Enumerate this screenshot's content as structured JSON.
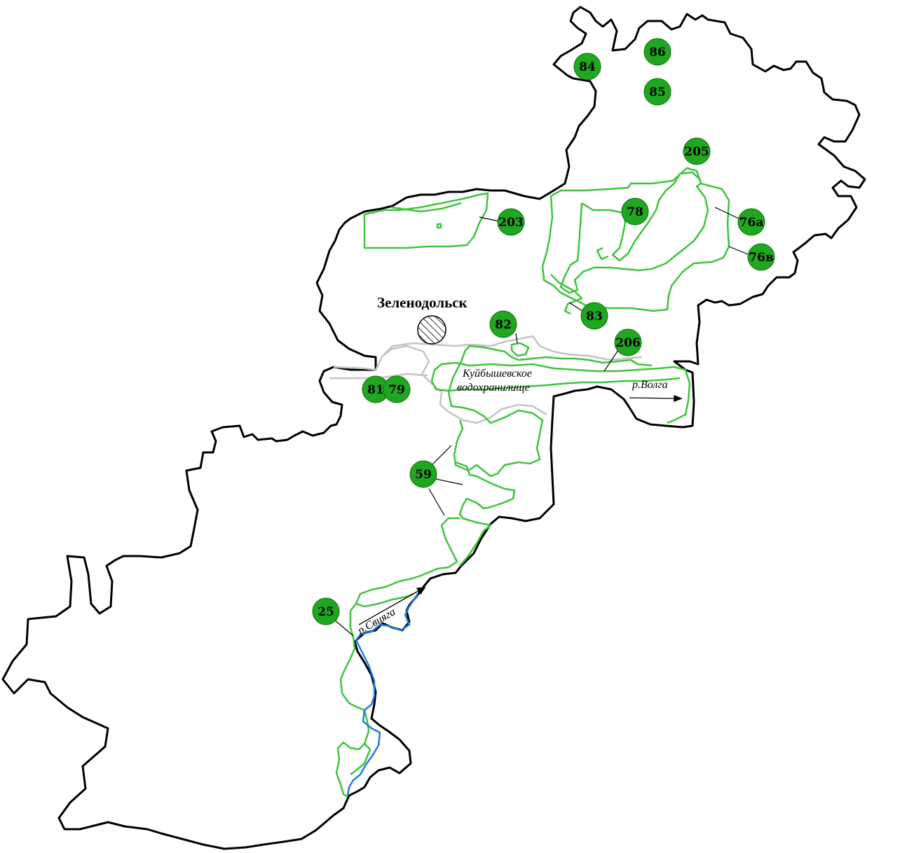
{
  "colors": {
    "boundary": "#000000",
    "protected_area": "#3ec43e",
    "marker_fill": "#1fa81f",
    "marker_stroke": "#0d6e0d",
    "river_svijaga": "#1e7fe0",
    "reservoir_outline": "#c4c4c4"
  },
  "labels": {
    "city": "Зеленодольск",
    "reservoir_line1": "Куйбышевское",
    "reservoir_line2": "водохранилище",
    "volga": "р.Волга",
    "svijaga": "р.Свияга"
  },
  "markers": [
    {
      "id": "84",
      "label": "84"
    },
    {
      "id": "86",
      "label": "86"
    },
    {
      "id": "85",
      "label": "85"
    },
    {
      "id": "205",
      "label": "205"
    },
    {
      "id": "203",
      "label": "203"
    },
    {
      "id": "78",
      "label": "78"
    },
    {
      "id": "76a",
      "label": "76а"
    },
    {
      "id": "76v",
      "label": "76в"
    },
    {
      "id": "83",
      "label": "83"
    },
    {
      "id": "82",
      "label": "82"
    },
    {
      "id": "206",
      "label": "206"
    },
    {
      "id": "81",
      "label": "81"
    },
    {
      "id": "79",
      "label": "79"
    },
    {
      "id": "59",
      "label": "59"
    },
    {
      "id": "25",
      "label": "25"
    }
  ]
}
